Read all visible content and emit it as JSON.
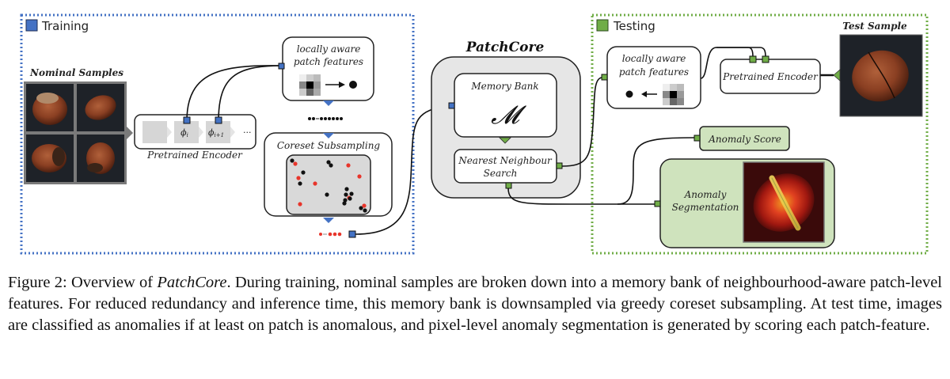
{
  "figure": {
    "training": {
      "legend_label": "Training",
      "legend_color": "#4472c4",
      "nominal_samples_title": "Nominal Samples",
      "encoder_label": "Pretrained Encoder",
      "encoder_blocks": [
        "",
        "ϕ",
        "ϕ"
      ],
      "encoder_block_subscripts": [
        "",
        "i",
        "i+1"
      ],
      "encoder_ellipsis": "···",
      "patch_features_line1": "locally aware",
      "patch_features_line2": "patch features",
      "coreset_label": "Coreset Subsampling"
    },
    "patchcore": {
      "title": "PatchCore",
      "memory_bank_label": "Memory Bank",
      "memory_bank_symbol": "𝓜",
      "nn_search_line1": "Nearest Neighbour",
      "nn_search_line2": "Search"
    },
    "testing": {
      "legend_label": "Testing",
      "legend_color": "#70ad47",
      "test_sample_title": "Test Sample",
      "patch_features_line1": "locally aware",
      "patch_features_line2": "patch features",
      "encoder_label": "Pretrained Encoder",
      "anomaly_score_label": "Anomaly Score",
      "anomaly_segmentation_line1": "Anomaly",
      "anomaly_segmentation_line2": "Segmentation"
    },
    "colors": {
      "training_blue": "#4472c4",
      "testing_green": "#70ad47",
      "result_green_fill": "#cfe3bd",
      "selected_point_red": "#e8352b",
      "panel_gray": "#e6e6e6"
    }
  },
  "caption": {
    "prefix": "Figure 2: Overview of ",
    "name": "PatchCore",
    "text": ". During training, nominal samples are broken down into a memory bank of neighbourhood-aware patch-level features. For reduced redundancy and inference time, this memory bank is downsampled via greedy coreset subsampling.  At test time, images are classified as anomalies if at least on patch is anomalous, and pixel-level anomaly segmentation is generated by scoring each patch-feature."
  }
}
